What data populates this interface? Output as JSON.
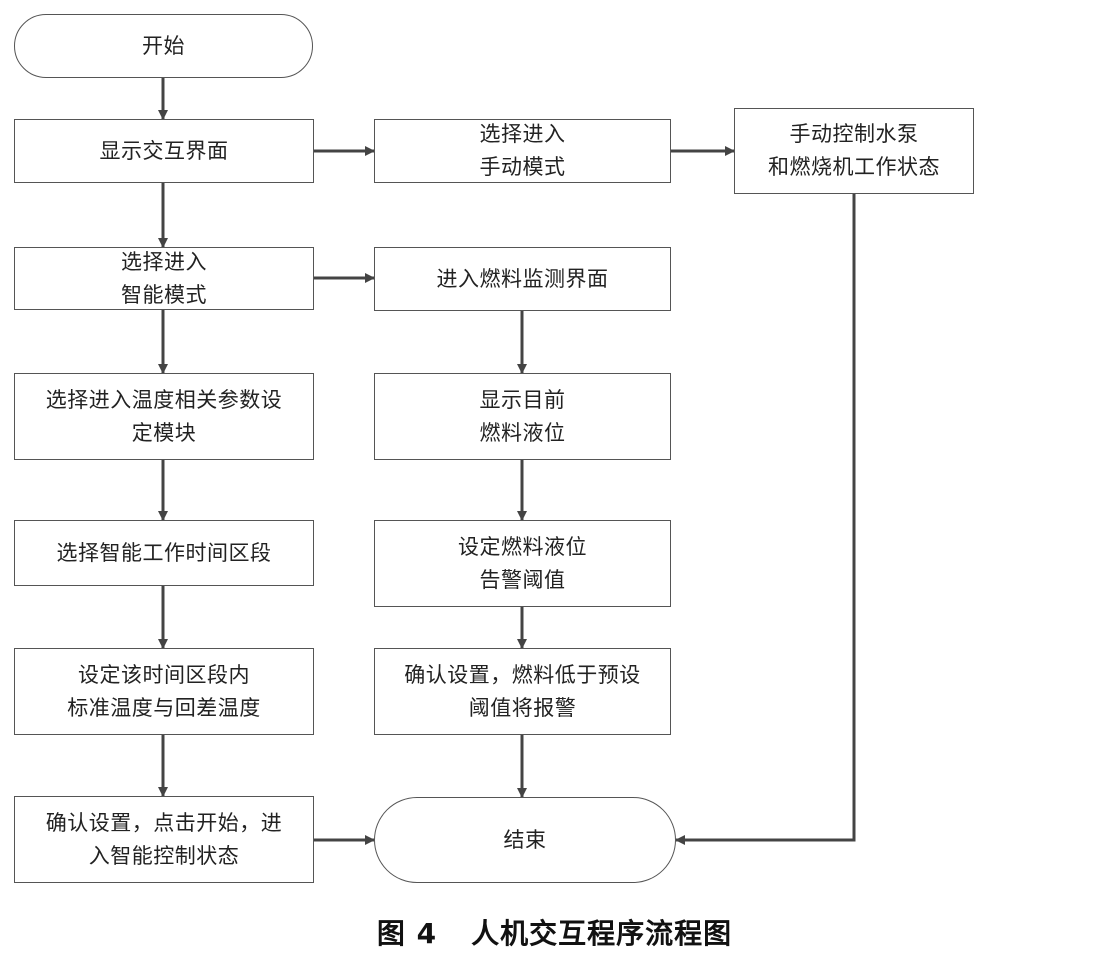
{
  "nodes": {
    "start": [
      "开始"
    ],
    "show_ui": [
      "显示交互界面"
    ],
    "manual_mode": [
      "选择进入",
      "手动模式"
    ],
    "manual_control": [
      "手动控制水泵",
      "和燃烧机工作状态"
    ],
    "smart_mode": [
      "选择进入",
      "智能模式"
    ],
    "fuel_monitor": [
      "进入燃料监测界面"
    ],
    "temp_params": [
      "选择进入温度相关参数设",
      "定模块"
    ],
    "fuel_level": [
      "显示目前",
      "燃料液位"
    ],
    "time_period": [
      "选择智能工作时间区段"
    ],
    "fuel_alarm": [
      "设定燃料液位",
      "告警阈值"
    ],
    "set_temps": [
      "设定该时间区段内",
      "标准温度与回差温度"
    ],
    "confirm_fuel": [
      "确认设置，燃料低于预设",
      "阈值将报警"
    ],
    "confirm_smart": [
      "确认设置，点击开始，进",
      "入智能控制状态"
    ],
    "end": [
      "结束"
    ]
  },
  "caption": {
    "figure_number": "图 4",
    "title": "人机交互程序流程图"
  },
  "colors": {
    "line": "#444444",
    "border": "#555555"
  }
}
